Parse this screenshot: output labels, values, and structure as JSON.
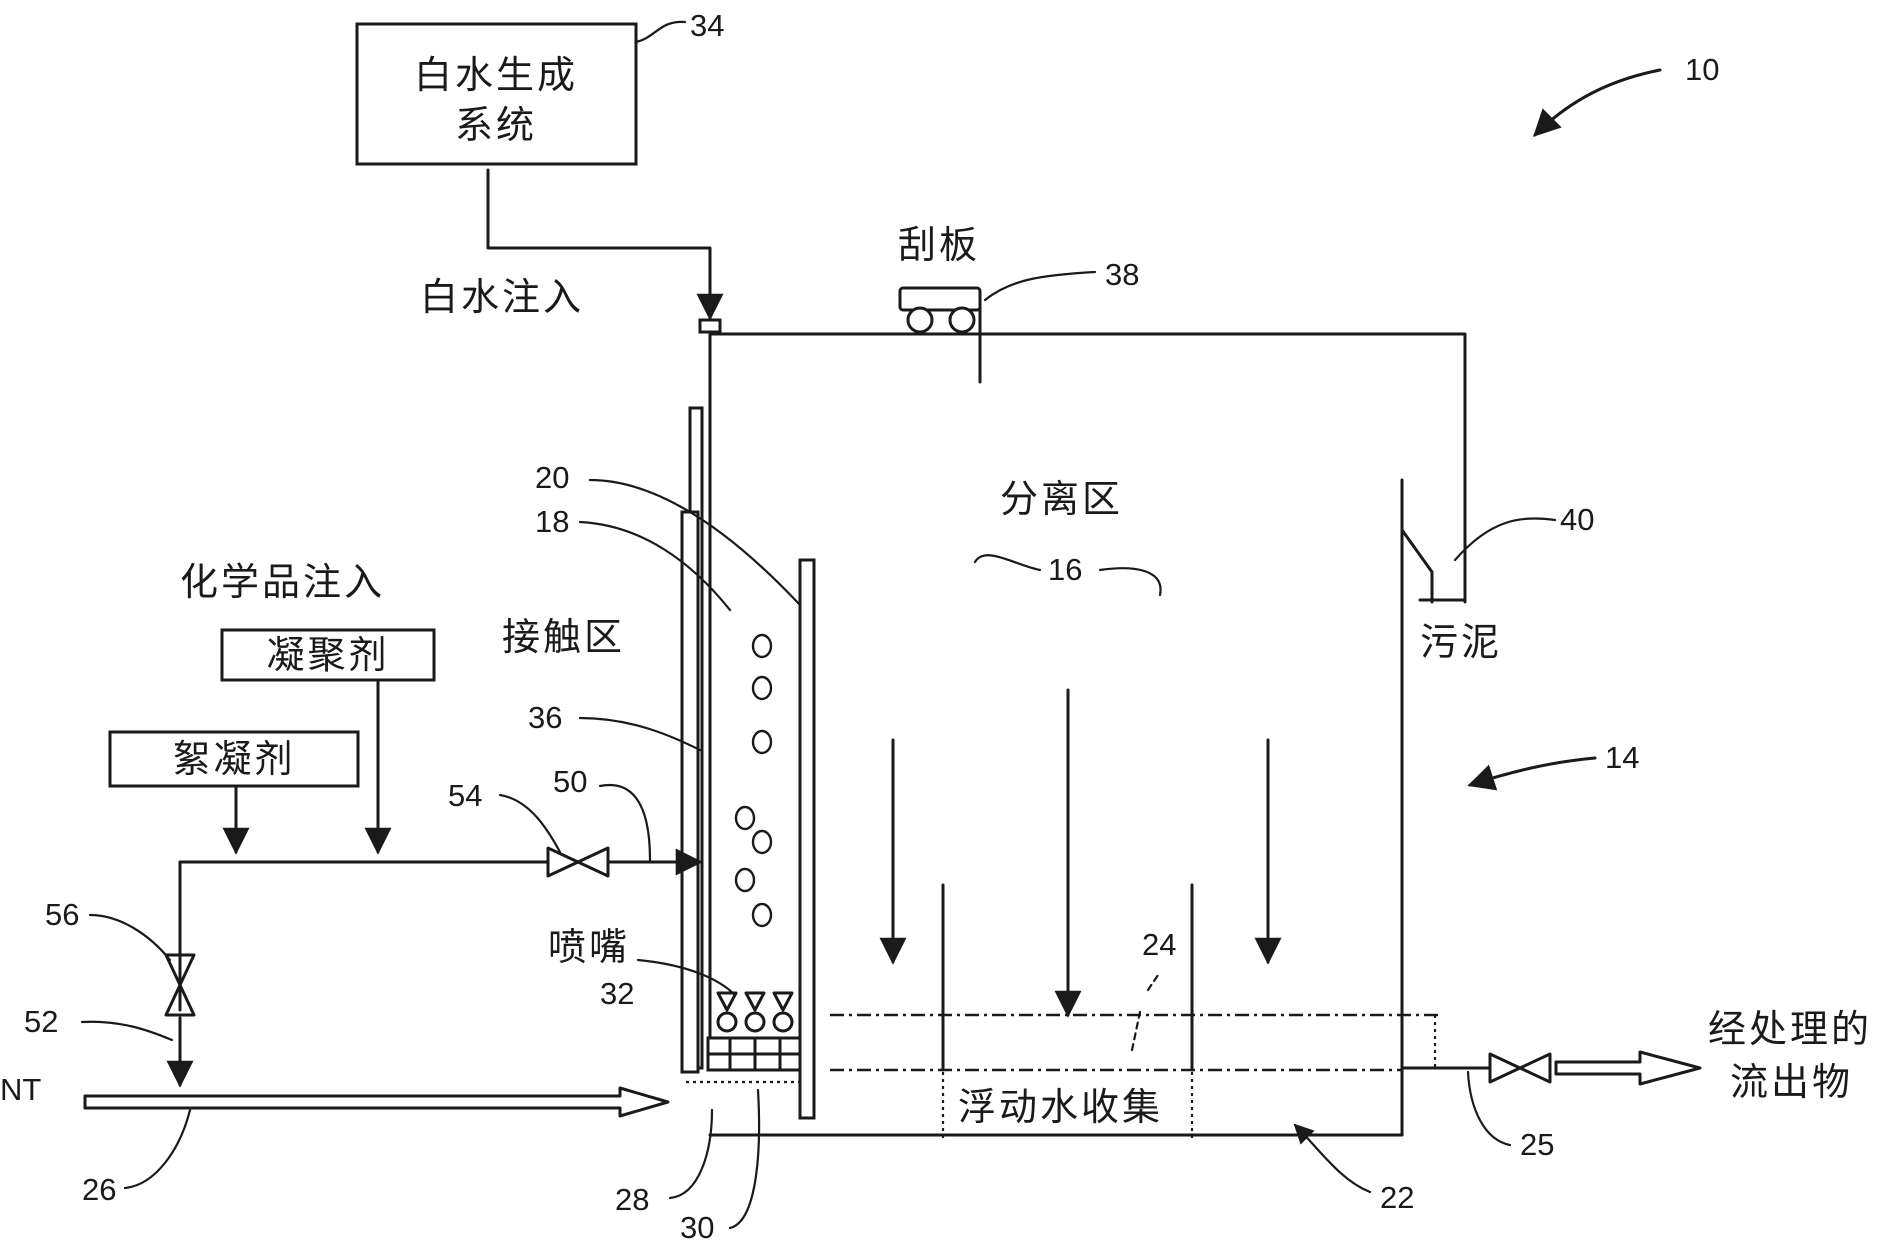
{
  "labels": {
    "white_water_system_line1": "白水生成",
    "white_water_system_line2": "系统",
    "white_water_injection": "白水注入",
    "scraper": "刮板",
    "separation_zone": "分离区",
    "contact_zone": "接触区",
    "chemical_injection": "化学品注入",
    "coagulant": "凝聚剂",
    "flocculant": "絮凝剂",
    "sludge": "污泥",
    "nozzle": "喷嘴",
    "float_water_collection": "浮动水收集",
    "treated_effluent_line1": "经处理的",
    "treated_effluent_line2": "流出物",
    "influent_partial": "NT"
  },
  "refs": {
    "r10": "10",
    "r14": "14",
    "r16": "16",
    "r18": "18",
    "r20": "20",
    "r22": "22",
    "r24": "24",
    "r25": "25",
    "r26": "26",
    "r28": "28",
    "r30": "30",
    "r32": "32",
    "r34": "34",
    "r36": "36",
    "r38": "38",
    "r40": "40",
    "r50": "50",
    "r52": "52",
    "r54": "54",
    "r56": "56"
  }
}
